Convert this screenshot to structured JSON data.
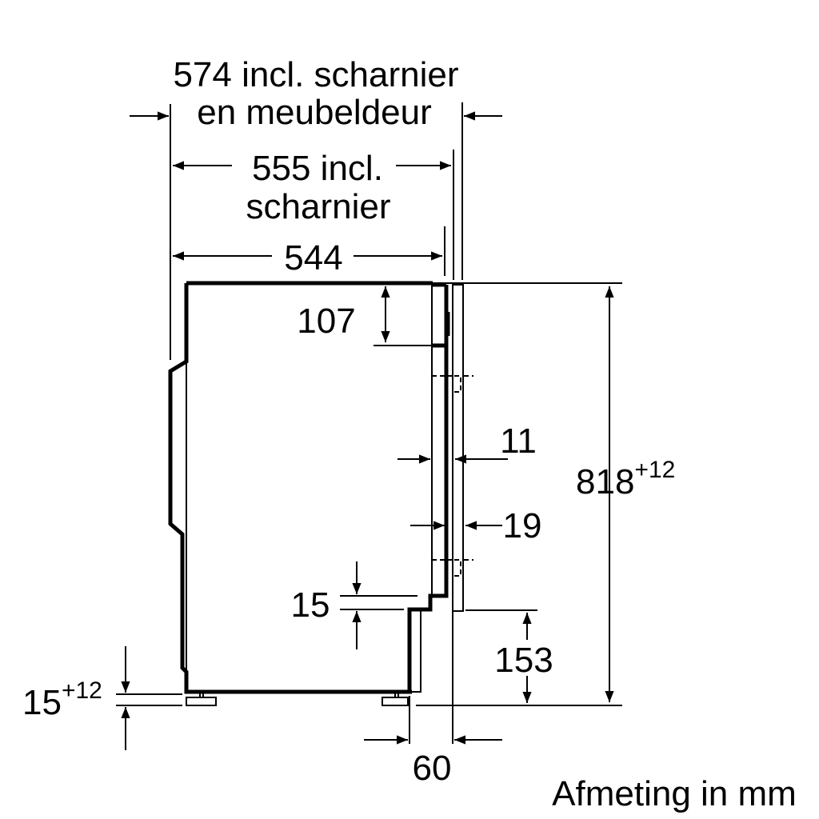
{
  "dimensions": {
    "total_width": "574 incl. scharnier",
    "total_width_2": "en meubeldeur",
    "hinge_width": "555 incl.",
    "hinge_width_2": "scharnier",
    "body_width": "544",
    "panel_height": "107",
    "gap_11": "11",
    "gap_19": "19",
    "height": "818",
    "height_tol": "+12",
    "step_15": "15",
    "plinth_153": "153",
    "foot": "15",
    "foot_tol": "+12",
    "depth_60": "60"
  },
  "unit_note": "Afmeting in mm"
}
